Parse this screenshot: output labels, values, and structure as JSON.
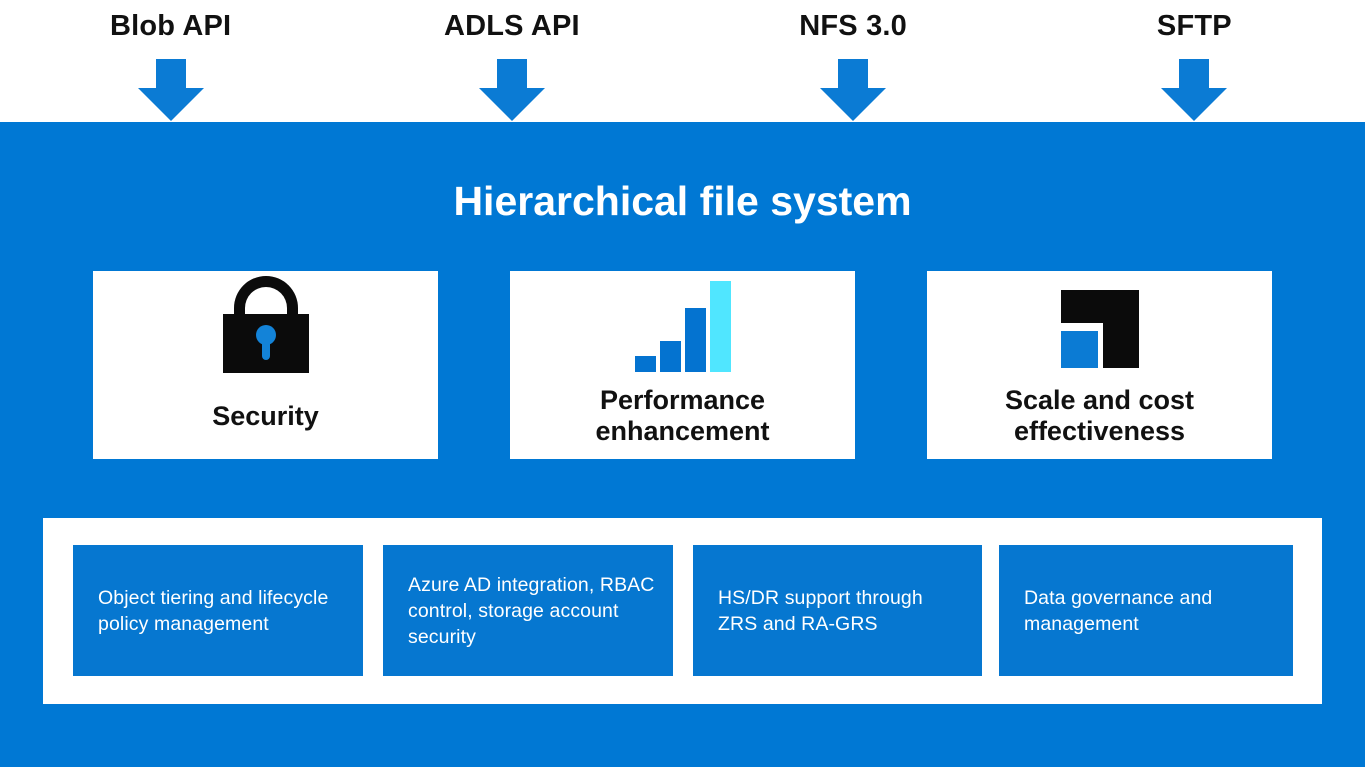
{
  "colors": {
    "primary_blue": "#0078D4",
    "arrow_blue": "#0B7BD4",
    "accent_cyan": "#50E6FF",
    "icon_black": "#0B0B0B",
    "text_black": "#111111",
    "white": "#FFFFFF"
  },
  "api_endpoints": [
    {
      "label": "Blob API",
      "icon": "down-arrow-icon"
    },
    {
      "label": "ADLS API",
      "icon": "down-arrow-icon"
    },
    {
      "label": "NFS 3.0",
      "icon": "down-arrow-icon"
    },
    {
      "label": "SFTP",
      "icon": "down-arrow-icon"
    }
  ],
  "file_system": {
    "title": "Hierarchical file system",
    "features": [
      {
        "icon": "lock-icon",
        "label": "Security"
      },
      {
        "icon": "bar-chart-icon",
        "label": "Performance enhancement"
      },
      {
        "icon": "scale-squares-icon",
        "label": "Scale and cost effectiveness"
      }
    ],
    "capabilities": [
      {
        "text": "Object tiering and lifecycle policy management"
      },
      {
        "text": "Azure AD integration, RBAC control, storage account security"
      },
      {
        "text": "HS/DR support through ZRS and RA-GRS"
      },
      {
        "text": "Data governance and management"
      }
    ]
  }
}
